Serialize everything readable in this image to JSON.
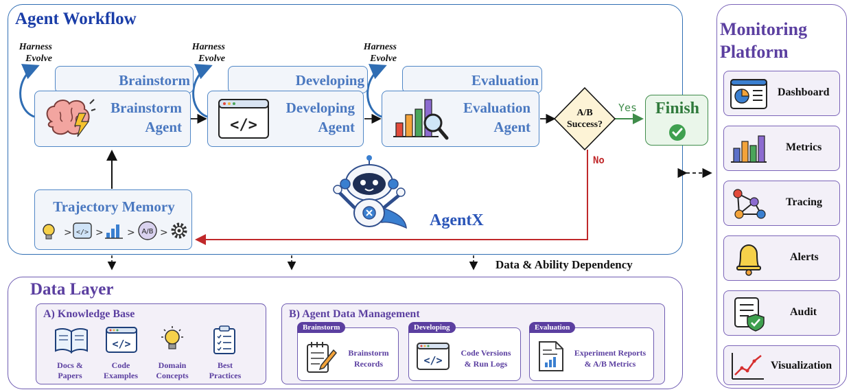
{
  "workflow": {
    "title": "Agent Workflow",
    "harness_line1": "Harness",
    "harness_line2": "Evolve",
    "brainstorm": {
      "back": "Brainstorm",
      "line1": "Brainstorm",
      "line2": "Agent"
    },
    "developing": {
      "back": "Developing",
      "line1": "Developing",
      "line2": "Agent"
    },
    "evaluation": {
      "back": "Evaluation",
      "line1": "Evaluation",
      "line2": "Agent"
    },
    "decision": {
      "line1": "A/B",
      "line2": "Success?",
      "yes": "Yes",
      "no": "No"
    },
    "finish": "Finish",
    "memory": {
      "title": "Trajectory Memory",
      "ab_label": "A/B"
    },
    "mascot_name": "AgentX",
    "dependency": "Data & Ability Dependency"
  },
  "monitoring": {
    "title_line1": "Monitoring",
    "title_line2": "Platform",
    "items": [
      "Dashboard",
      "Metrics",
      "Tracing",
      "Alerts",
      "Audit",
      "Visualization"
    ]
  },
  "data_layer": {
    "title": "Data Layer",
    "knowledge_base": {
      "title": "A) Knowledge Base",
      "items": [
        {
          "line1": "Docs &",
          "line2": "Papers"
        },
        {
          "line1": "Code",
          "line2": "Examples"
        },
        {
          "line1": "Domain",
          "line2": "Concepts"
        },
        {
          "line1": "Best",
          "line2": "Practices"
        }
      ]
    },
    "agent_data": {
      "title": "B) Agent Data Management",
      "cards": [
        {
          "tag": "Brainstorm",
          "line1": "Brainstorm",
          "line2": "Records"
        },
        {
          "tag": "Developing",
          "line1": "Code Versions",
          "line2": "& Run Logs"
        },
        {
          "tag": "Evaluation",
          "line1": "Experiment Reports",
          "line2": "& A/B Metrics"
        }
      ]
    }
  },
  "colors": {
    "workflow_blue": "#2f6db3",
    "card_text_blue": "#4a78c0",
    "purple": "#5b3fa0",
    "green": "#3f8c4a",
    "red": "#c0282a",
    "diamond_fill": "#fdf3d6"
  }
}
